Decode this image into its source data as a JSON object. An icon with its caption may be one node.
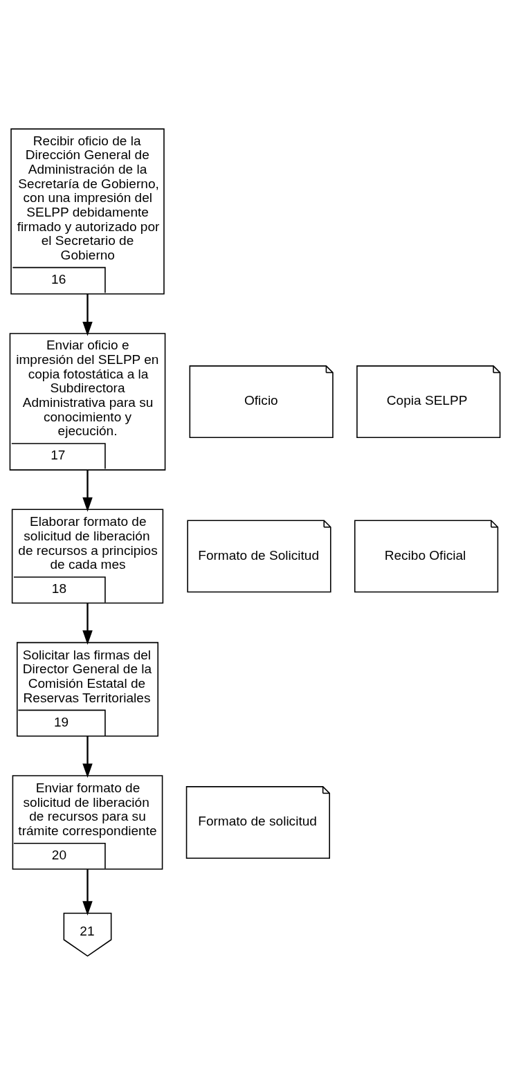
{
  "diagram": {
    "nodes": [
      {
        "text": [
          "Recibir oficio de la Dirección General de Administración de la Secretaría de Gobierno, con una impresión del SELPP debidamente firmado y autorizado por el Secretario de Gobierno",
          "16"
        ]
      },
      {
        "text": [
          "Enviar oficio e impresión del SELPP en copia fotostática a la Subdirectora Administrativa para su conocimiento y ejecución.",
          "17"
        ]
      },
      {
        "text": [
          "Oficio"
        ]
      },
      {
        "text": [
          "Copia SELPP"
        ]
      },
      {
        "text": [
          "Elaborar formato de solicitud de liberación de recursos a principios de cada mes",
          "18"
        ]
      },
      {
        "text": [
          "Formato de Solicitud"
        ]
      },
      {
        "text": [
          "Recibo Oficial"
        ]
      },
      {
        "text": [
          "Solicitar las firmas del Director General de la Comisión Estatal de Reservas Territoriales",
          "19"
        ]
      },
      {
        "text": [
          "Enviar formato de solicitud de liberación de recursos para su trámite correspondiente",
          "20"
        ]
      },
      {
        "text": [
          "Formato de solicitud"
        ]
      },
      {
        "text": [
          "21"
        ]
      }
    ],
    "edges": [
      {
        "from": 0,
        "to": 1,
        "arrow": "to"
      },
      {
        "from": 1,
        "to": 4,
        "arrow": "to"
      },
      {
        "from": 4,
        "to": 7,
        "arrow": "to"
      },
      {
        "from": 7,
        "to": 8,
        "arrow": "to"
      },
      {
        "from": 8,
        "to": 10,
        "arrow": "to"
      }
    ]
  }
}
